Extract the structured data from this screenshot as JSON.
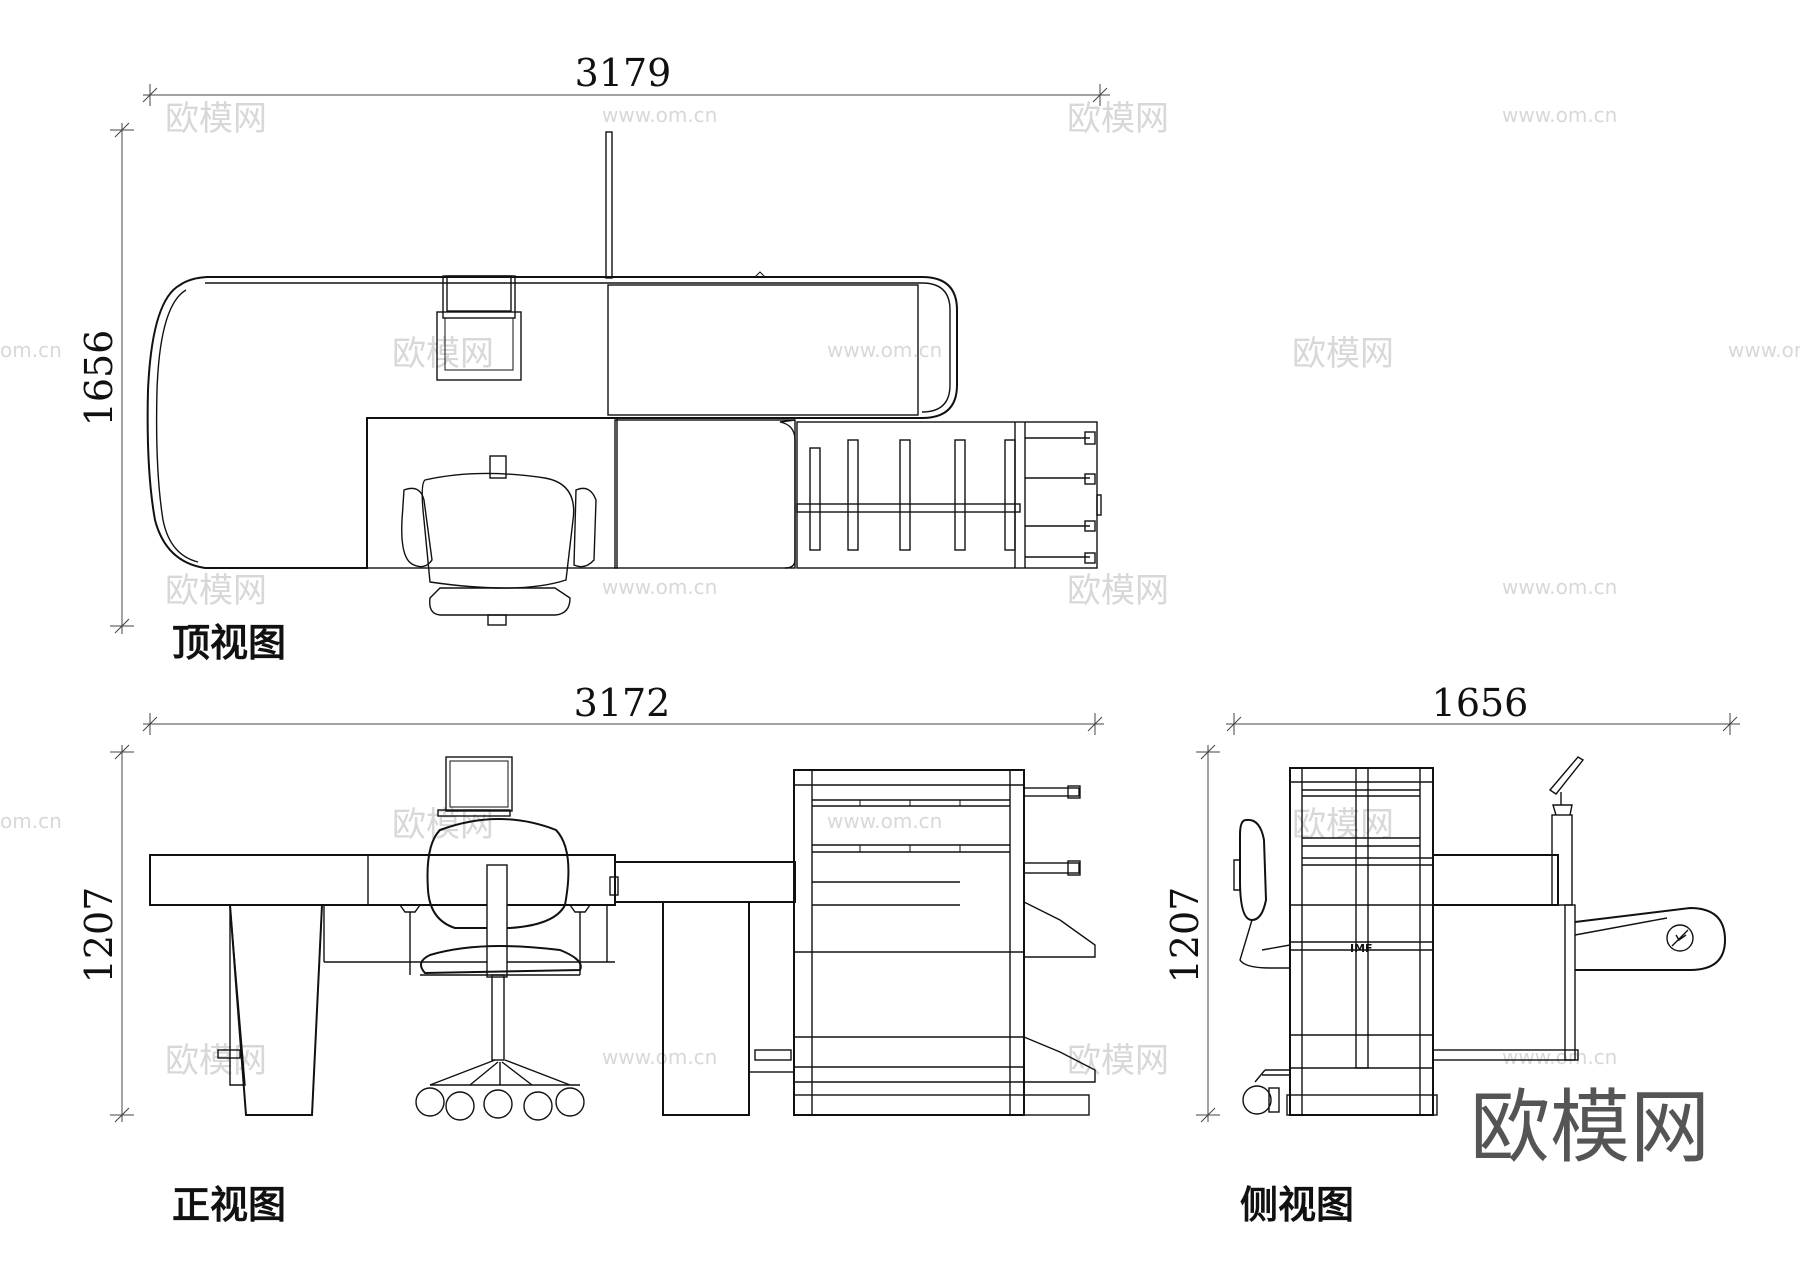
{
  "dimensions": {
    "top_width": "3179",
    "top_depth": "1656",
    "front_width": "3172",
    "front_height": "1207",
    "side_width": "1656",
    "side_height": "1207"
  },
  "labels": {
    "top_view": "顶视图",
    "front_view": "正视图",
    "side_view": "侧视图",
    "tag": "IMF"
  },
  "watermarks": {
    "brand": "欧模网",
    "url": "www.om.cn",
    "url_partial": "om.cn"
  }
}
